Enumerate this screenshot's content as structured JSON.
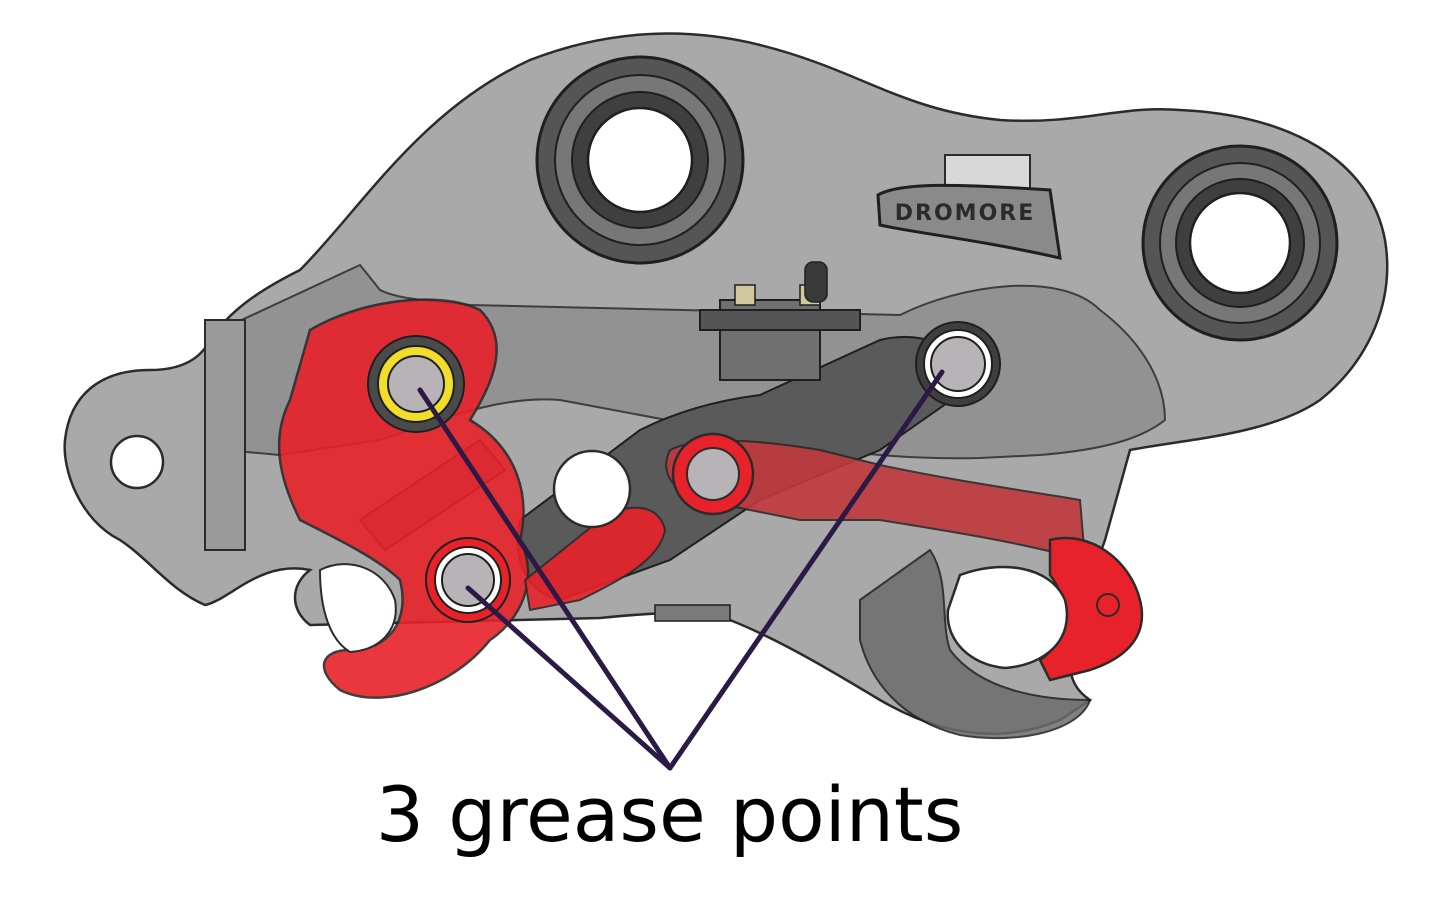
{
  "diagram": {
    "brand_label": "DROMORE",
    "caption": "3 grease points",
    "colors": {
      "body": "#a9a9a9",
      "body_dark": "#6e6e6e",
      "outline": "#2b2b2b",
      "hook_red": "#e8222a",
      "hook_red_shaded": "#c0393d",
      "grease_pin": "#b8b3b6",
      "leader_line": "#2c1a46",
      "highlight_yellow": "#f2dd2a"
    },
    "grease_points": [
      {
        "name": "upper-left pin"
      },
      {
        "name": "upper-right pin"
      },
      {
        "name": "lower hook pin"
      }
    ]
  }
}
